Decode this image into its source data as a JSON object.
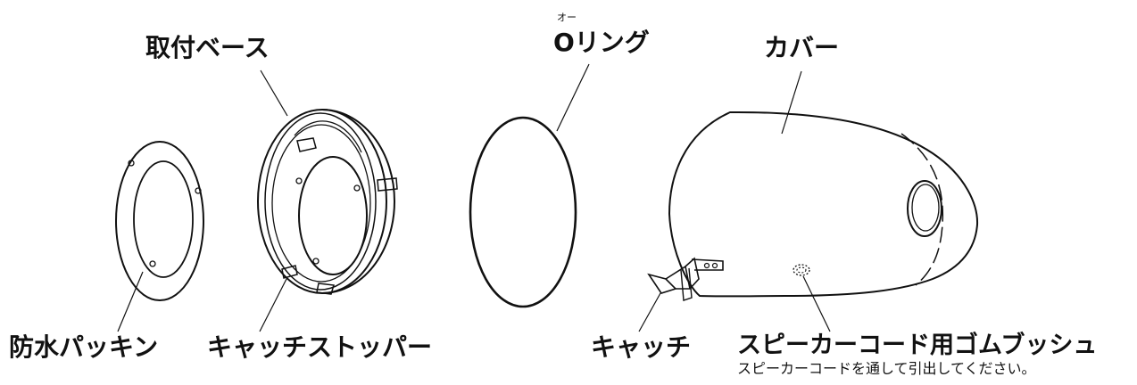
{
  "labels": {
    "mounting_base": "取付ベース",
    "o_ring": "Oリング",
    "o_ring_reading": "オー",
    "cover": "カバー",
    "waterproof_packing": "防水パッキン",
    "catch_stopper": "キャッチストッパー",
    "catch": "キャッチ",
    "speaker_bushing": "スピーカーコード用ゴムブッシュ",
    "speaker_bushing_note": "スピーカーコードを通して引出してください。"
  }
}
